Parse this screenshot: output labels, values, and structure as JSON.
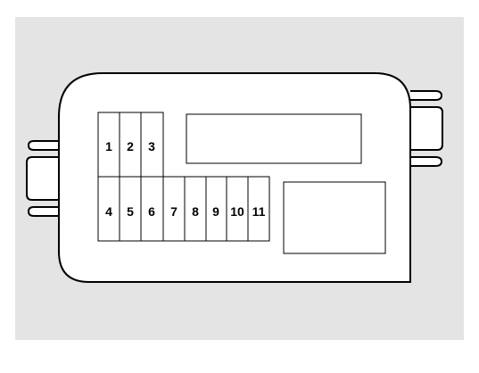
{
  "colors": {
    "background_panel": "#e4e4e4",
    "outline": "#000000",
    "fill": "#ffffff"
  },
  "fuses": {
    "row1": [
      "1",
      "2",
      "3"
    ],
    "row2": [
      "4",
      "5",
      "6",
      "7",
      "8",
      "9",
      "10",
      "11"
    ]
  }
}
